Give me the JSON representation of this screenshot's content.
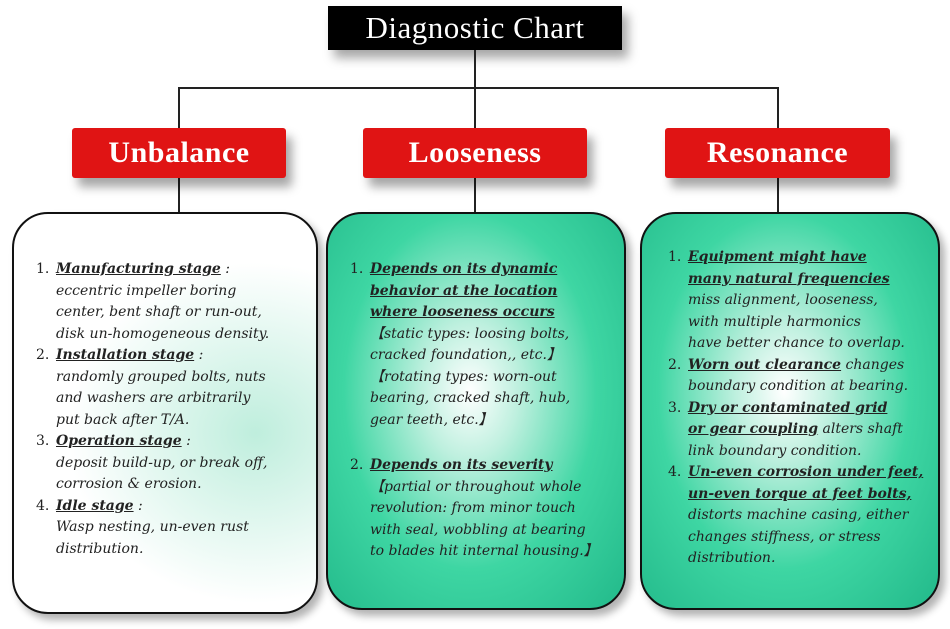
{
  "title": "Diagnostic Chart",
  "categories": [
    {
      "name": "Unbalance",
      "items": [
        {
          "num": "1.",
          "heading": "Manufacturing stage",
          "tail": " :",
          "lines": [
            "eccentric impeller boring",
            "center, bent shaft or run-out,",
            "disk un-homogeneous density."
          ]
        },
        {
          "num": "2.",
          "heading": "Installation stage",
          "tail": " :",
          "lines": [
            "randomly grouped bolts, nuts",
            "and washers are arbitrarily",
            "put back after T/A."
          ]
        },
        {
          "num": "3.",
          "heading": "Operation stage",
          "tail": " :",
          "lines": [
            "deposit build-up, or break off,",
            "corrosion & erosion."
          ]
        },
        {
          "num": "4.",
          "heading": "Idle stage",
          "tail": " :",
          "lines": [
            "Wasp nesting, un-even rust",
            "distribution."
          ]
        }
      ]
    },
    {
      "name": "Looseness",
      "items": [
        {
          "num": "1.",
          "heading_lines": [
            "Depends on its dynamic",
            "behavior at the location",
            "where looseness occurs"
          ],
          "lines": [
            "【static types: loosing bolts,",
            "cracked foundation,, etc.】",
            "【rotating types: worn-out",
            "bearing, cracked shaft, hub,",
            "gear teeth, etc.】"
          ]
        },
        {
          "num": "2.",
          "heading_lines": [
            "Depends on its severity"
          ],
          "lines": [
            "【partial or throughout whole",
            "revolution: from minor touch",
            "with seal, wobbling at bearing",
            "to blades hit internal housing.】"
          ]
        }
      ]
    },
    {
      "name": "Resonance",
      "items": [
        {
          "num": "1.",
          "heading_lines": [
            "Equipment might have",
            "many natural frequencies"
          ],
          "lines": [
            "miss alignment, looseness,",
            "with multiple harmonics",
            "have better chance to overlap."
          ]
        },
        {
          "num": "2.",
          "heading_lines": [
            "Worn out clearance"
          ],
          "first_tail": " changes",
          "lines": [
            "boundary condition at bearing."
          ]
        },
        {
          "num": "3.",
          "heading_lines": [
            "Dry or contaminated  grid",
            "or gear coupling"
          ],
          "last_tail": " alters shaft",
          "lines": [
            "link boundary condition."
          ]
        },
        {
          "num": "4.",
          "heading_lines": [
            "Un-even corrosion under feet,",
            "un-even torque at feet bolts,"
          ],
          "lines": [
            "distorts machine casing, either",
            "changes stiffness, or stress",
            "distribution."
          ]
        }
      ]
    }
  ]
}
